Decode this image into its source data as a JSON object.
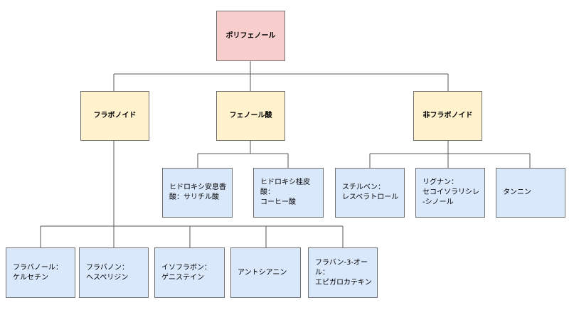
{
  "colors": {
    "root": "#f8cecc",
    "category": "#fff2cc",
    "leaf": "#dae8fc",
    "border": "#707070",
    "line": "#555555"
  },
  "root": {
    "label": "ポリフェノール"
  },
  "categories": [
    {
      "label": "フラボノイド"
    },
    {
      "label": "フェノール酸"
    },
    {
      "label": "非フラボノイド"
    }
  ],
  "phenolic_acids": [
    {
      "label": "ヒドロキシ安息香\n酸：サリチル酸"
    },
    {
      "label": "ヒドロキシ桂皮酸：\nコーヒー酸"
    }
  ],
  "non_flavonoids": [
    {
      "label": "スチルベン：\nレスベラトロール"
    },
    {
      "label": "リグナン：\nセコイソラリシレ\n-シノール"
    },
    {
      "label": "タンニン"
    }
  ],
  "flavonoids": [
    {
      "label": "フラバノール：\nケルセチン"
    },
    {
      "label": "フラバノン：\nヘスペリジン"
    },
    {
      "label": "イソフラボン：\nゲニステイン"
    },
    {
      "label": "アントシアニン"
    },
    {
      "label": "フラバン-3-オール：\nエピガロカテキン"
    }
  ]
}
